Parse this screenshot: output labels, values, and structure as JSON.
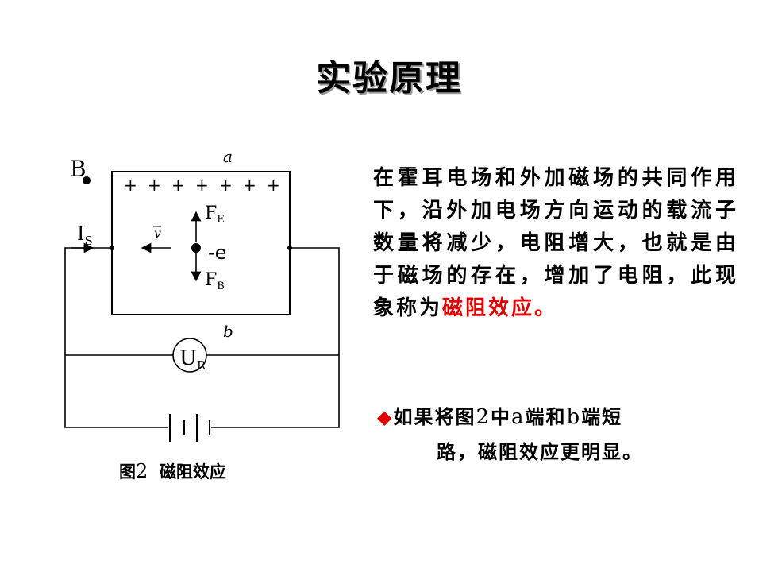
{
  "title": "实验原理",
  "diagram": {
    "label_B": "B",
    "label_a": "a",
    "label_b": "b",
    "label_Is_main": "I",
    "label_Is_sub": "S",
    "label_v": "v",
    "label_FE_main": "F",
    "label_FE_sub": "E",
    "label_FB_main": "F",
    "label_FB_sub": "B",
    "label_electron": "-e",
    "label_UR_main": "U",
    "label_UR_sub": "R",
    "plus_signs": [
      "+",
      "+",
      "+",
      "+",
      "+",
      "+",
      "+"
    ],
    "minus_signs": [
      "-",
      "-",
      "-",
      "-",
      "-",
      "-",
      "-"
    ]
  },
  "caption": {
    "prefix": "图",
    "number": "2",
    "text": "磁阻效应"
  },
  "paragraph": {
    "text": "在霍耳电场和外加磁场的共同作用下，沿外加电场方向运动的载流子数量将减少，电阻增大，也就是由于磁场的存在，增加了电阻，此现象称为",
    "highlight": "磁阻效应。"
  },
  "bullet": {
    "symbol": "◆",
    "part1": "如果将图",
    "num": "2",
    "part2": "中",
    "a": "a",
    "part3": "端和",
    "b": "b",
    "part4": "端短",
    "line2": "路，磁阻效应更明显。"
  },
  "colors": {
    "highlight": "#e00000",
    "ink": "#000000"
  }
}
